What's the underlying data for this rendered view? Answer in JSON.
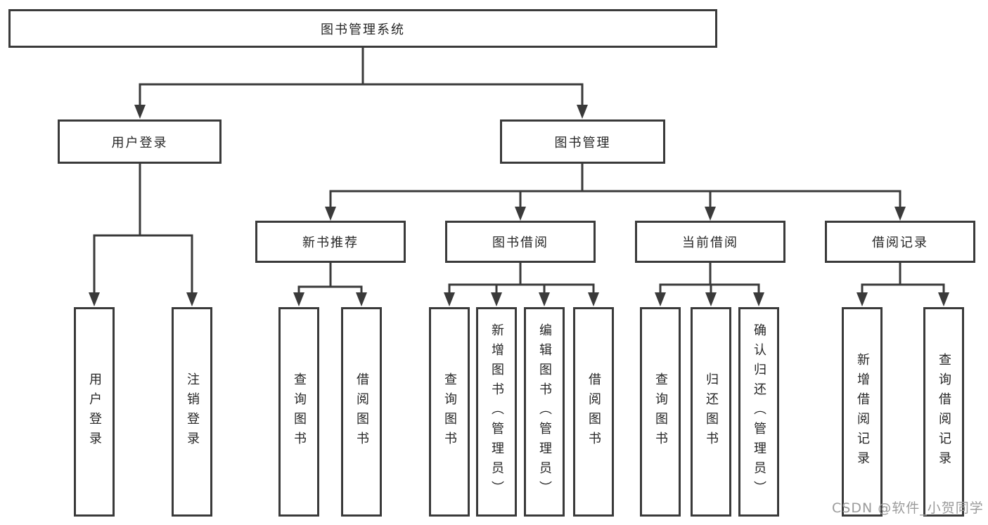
{
  "title": "图书管理系统",
  "tree": {
    "label": "图书管理系统",
    "children": [
      {
        "label": "用户登录",
        "children": [
          {
            "label": "用户登录"
          },
          {
            "label": "注销登录"
          }
        ]
      },
      {
        "label": "图书管理",
        "children": [
          {
            "label": "新书推荐",
            "children": [
              {
                "label": "查询图书"
              },
              {
                "label": "借阅图书"
              }
            ]
          },
          {
            "label": "图书借阅",
            "children": [
              {
                "label": "查询图书"
              },
              {
                "label": "新增图书（管理员）"
              },
              {
                "label": "编辑图书（管理员）"
              },
              {
                "label": "借阅图书"
              }
            ]
          },
          {
            "label": "当前借阅",
            "children": [
              {
                "label": "查询图书"
              },
              {
                "label": "归还图书"
              },
              {
                "label": "确认归还（管理员）"
              }
            ]
          },
          {
            "label": "借阅记录",
            "children": [
              {
                "label": "新增借阅记录"
              },
              {
                "label": "查询借阅记录"
              }
            ]
          }
        ]
      }
    ]
  },
  "watermark": "CSDN @软件_小贺同学",
  "colors": {
    "line_color": "#3a3a3a",
    "text_color": "#262626",
    "node_bg": "#ffffff",
    "page_bg": "#ffffff",
    "watermark_color": "#9b9b9b"
  }
}
